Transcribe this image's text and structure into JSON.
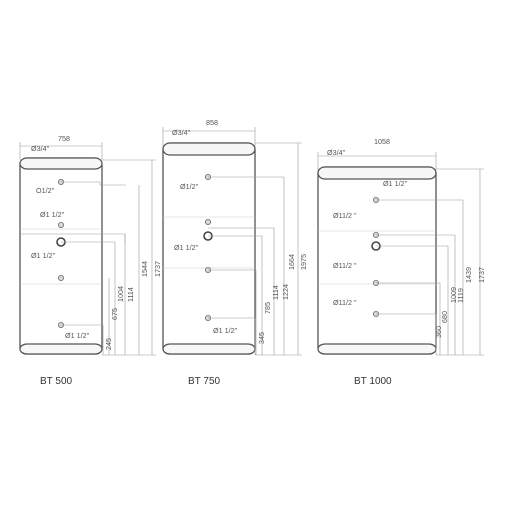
{
  "tanks": [
    {
      "model": "BT 500",
      "width": "758",
      "top_port": "Ø3/4\"",
      "port_labels": [
        "O1/2\"",
        "Ø1 1/2\"",
        "Ø1 1/2\"",
        "Ø1 1/2\""
      ],
      "heights": [
        "245",
        "675",
        "1004",
        "1114",
        "1544",
        "1737"
      ]
    },
    {
      "model": "BT 750",
      "width": "858",
      "top_port": "Ø3/4\"",
      "port_labels": [
        "Ø1/2\"",
        "Ø1 1/2\"",
        "Ø1 1/2\""
      ],
      "heights": [
        "345",
        "785",
        "1114",
        "1224",
        "1664",
        "1975"
      ]
    },
    {
      "model": "BT 1000",
      "width": "1058",
      "top_port": "Ø3/4\"",
      "port_labels": [
        "Ø1 1/2\"",
        "Ø11/2 \"",
        "Ø11/2 \"",
        "Ø11/2 \""
      ],
      "heights": [
        "360",
        "680",
        "1009",
        "1119",
        "1439",
        "1737"
      ]
    }
  ]
}
